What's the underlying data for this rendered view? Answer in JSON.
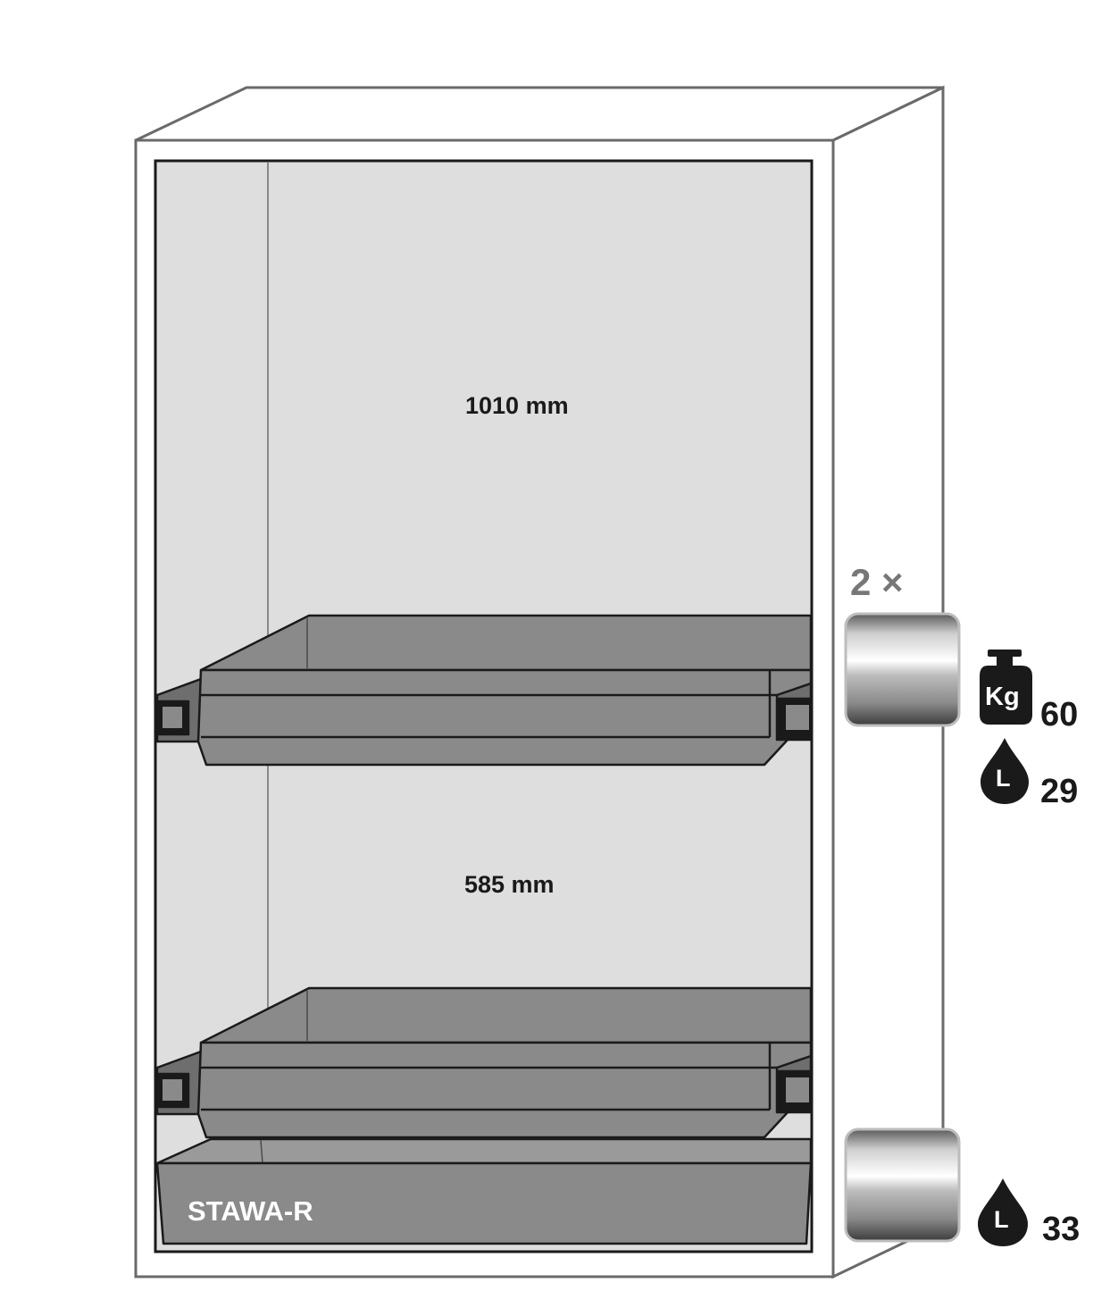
{
  "diagram": {
    "dimensions": {
      "upper_height": "1010 mm",
      "lower_height": "585 mm"
    },
    "base_sump_label": "STAWA-R",
    "shelf_sump_count": "2 ×",
    "shelf_sump_specs": {
      "load_icon": "weight-kg-icon",
      "load_icon_text": "Kg",
      "load_value": "60",
      "volume_icon": "liquid-drop-l-icon",
      "volume_icon_text": "L",
      "volume_value": "29"
    },
    "base_sump_specs": {
      "volume_icon": "liquid-drop-l-icon",
      "volume_icon_text": "L",
      "volume_value": "33"
    },
    "colors": {
      "interior": "#dedede",
      "sump": "#8a8a8a",
      "outline": "#1a1a1a",
      "cabinet_edge": "#6a6a6a"
    }
  }
}
